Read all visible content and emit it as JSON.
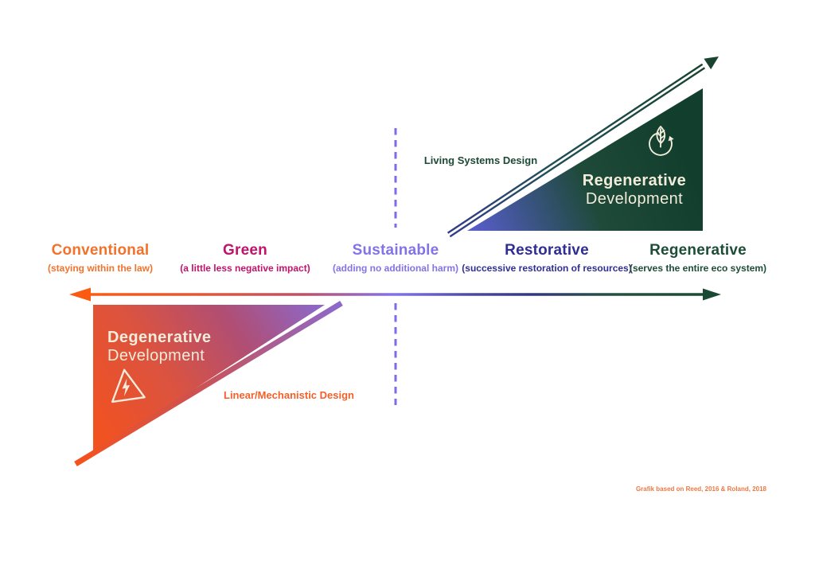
{
  "stages": [
    {
      "label": "Conventional",
      "sublabel": "(staying within the law)",
      "color": "#F2722C"
    },
    {
      "label": "Green",
      "sublabel": "(a little less negative impact)",
      "color": "#C0136B"
    },
    {
      "label": "Sustainable",
      "sublabel": "(adding no additional harm)",
      "color": "#8273E8"
    },
    {
      "label": "Restorative",
      "sublabel": "(successive restoration of resources)",
      "color": "#312E93"
    },
    {
      "label": "Regenerative",
      "sublabel": "(serves the entire eco system)",
      "color": "#1D4C37"
    }
  ],
  "upper_triangle": {
    "title": "Regenerative",
    "subtitle": "Development",
    "annotation": "Living Systems Design",
    "icon": "leaf-cycle-icon"
  },
  "lower_triangle": {
    "title": "Degenerative",
    "subtitle": "Development",
    "annotation": "Linear/Mechanistic Design",
    "icon": "hazard-lightning-icon"
  },
  "credit": "Grafik based on Reed, 2016 & Roland, 2018",
  "colors": {
    "axis_left": "#FA5B11",
    "axis_mid": "#8273E8",
    "axis_right": "#1B4A34",
    "upper_triangle_gradient_start": "#5B5ED2",
    "upper_triangle_gradient_end": "#123E2D",
    "lower_triangle_gradient_start": "#F5521C",
    "lower_triangle_gradient_end": "#8B69CD",
    "threshold_dash": "#7C6CE8",
    "cream_text": "#F2ECDB",
    "credit_text": "#EE7840"
  }
}
